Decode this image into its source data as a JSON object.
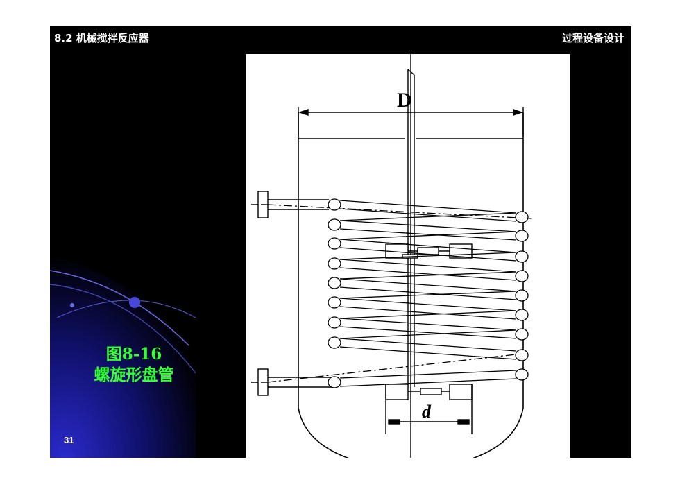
{
  "header": {
    "section_title": "8.2 机械搅拌反应器",
    "course_title": "过程设备设计"
  },
  "figure": {
    "caption_number": "图8-16",
    "caption_title": "螺旋形盘管",
    "dimension_vessel": "D",
    "dimension_impeller": "d"
  },
  "footer": {
    "page_number": "31"
  },
  "colors": {
    "slide_background": "#000000",
    "drawing_background": "#ffffff",
    "caption_color": "#33ff33",
    "header_color": "#ffffff",
    "deco_blue": "#1a1aa8"
  }
}
